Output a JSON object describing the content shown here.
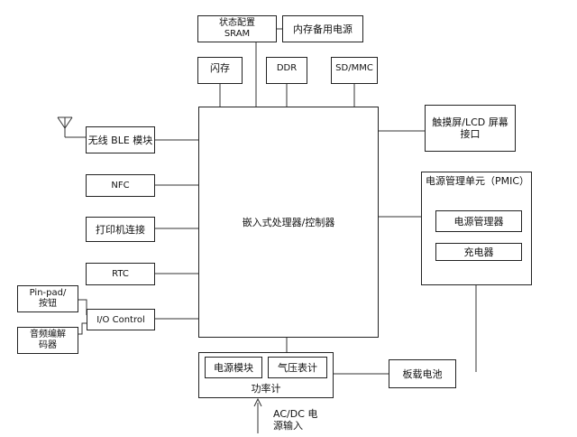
{
  "diagram": {
    "processor": "嵌入式处理器/控制器",
    "top": {
      "sram_line1": "状态配置",
      "sram_line2": "SRAM",
      "backup_power": "内存备用电源",
      "flash": "闪存",
      "ddr": "DDR",
      "sdmmc": "SD/MMC"
    },
    "left": {
      "ble": "无线 BLE 模块",
      "nfc": "NFC",
      "printer": "打印机连接",
      "rtc": "RTC",
      "io": "I/O Control",
      "pinpad_line1": "Pin-pad/",
      "pinpad_line2": "按钮",
      "audio_line1": "音频编解",
      "audio_line2": "码器"
    },
    "right": {
      "touch_line1": "触摸屏/LCD 屏幕",
      "touch_line2": "接口",
      "pmic_title": "电源管理单元（PMIC）",
      "power_manager": "电源管理器",
      "charger": "充电器",
      "battery": "板载电池"
    },
    "bottom": {
      "power_module": "电源模块",
      "gauge": "气压表计",
      "meter": "功率计",
      "ac_line1": "AC/DC 电",
      "ac_line2": "源输入"
    }
  }
}
